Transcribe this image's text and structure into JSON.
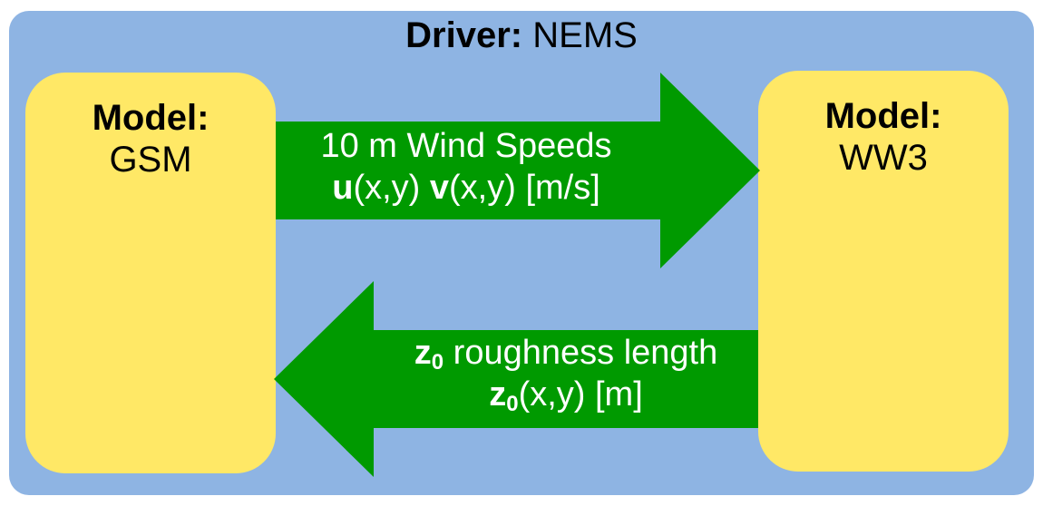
{
  "driver": {
    "label_key": "Driver:",
    "label_value": "NEMS"
  },
  "models": {
    "left": {
      "label_key": "Model:",
      "label_value": "GSM"
    },
    "right": {
      "label_key": "Model:",
      "label_value": "WW3"
    }
  },
  "arrows": {
    "wind": {
      "line1": "10 m Wind Speeds",
      "u": "u",
      "u_args": "(x,y) ",
      "v": "v",
      "v_args": "(x,y) [m/s]"
    },
    "roughness": {
      "z": "z",
      "sub": "0",
      "line1_rest": " roughness length",
      "line2_args": "(x,y) [m]"
    }
  },
  "colors": {
    "background": "#8eb4e3",
    "model_fill": "#ffe866",
    "arrow_fill": "#009a00",
    "arrow_text": "#ffffff"
  }
}
